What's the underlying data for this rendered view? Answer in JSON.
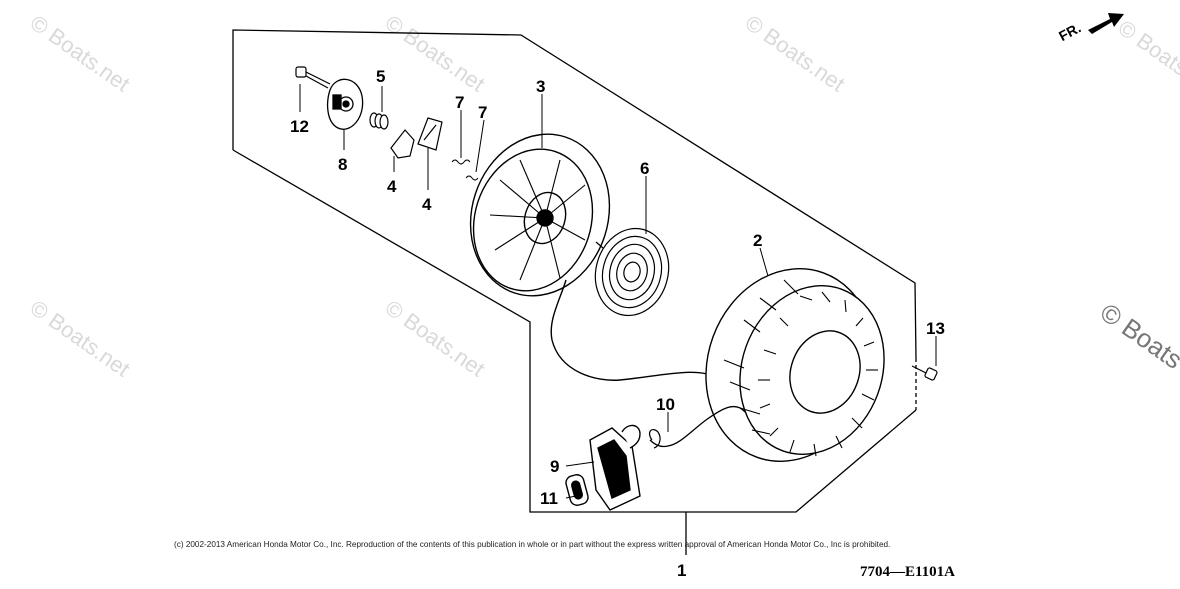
{
  "watermarks": [
    "© Boats.net",
    "© Boats.net",
    "© Boats.net",
    "© Boats.net",
    "© Boats.net",
    "© Boats.net",
    "© Boats"
  ],
  "direction_label": "FR.",
  "callouts": {
    "c1": "1",
    "c2": "2",
    "c3": "3",
    "c4a": "4",
    "c4b": "4",
    "c5": "5",
    "c6": "6",
    "c7a": "7",
    "c7b": "7",
    "c8": "8",
    "c9": "9",
    "c10": "10",
    "c11": "11",
    "c12": "12",
    "c13": "13"
  },
  "copyright": "(c) 2002-2013 American Honda Motor Co., Inc. Reproduction of the contents of this publication in whole or in part without the express written approval of American Honda Motor Co., Inc is prohibited.",
  "diagram_code": "7704—E1101A"
}
